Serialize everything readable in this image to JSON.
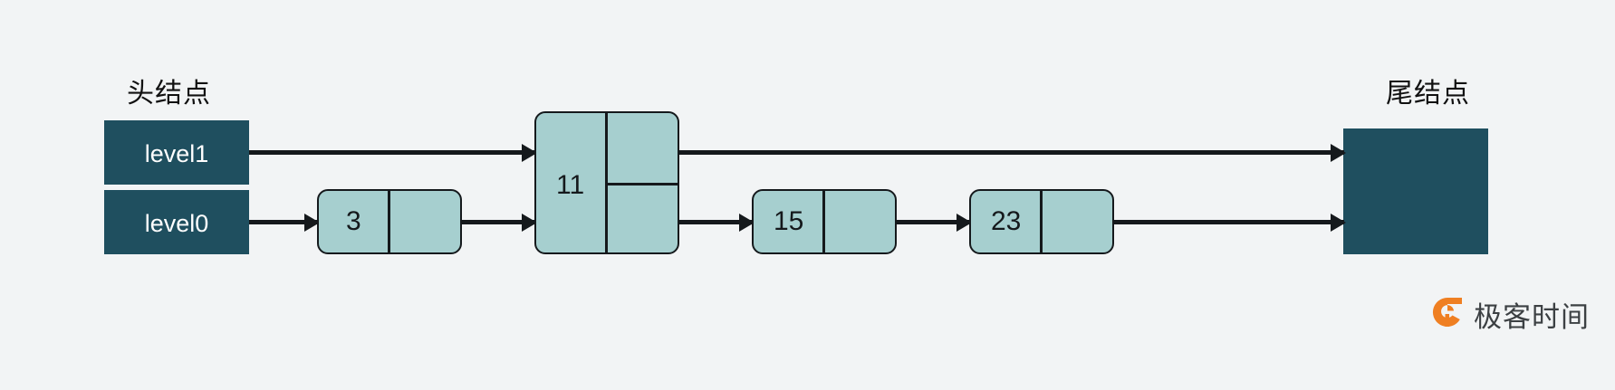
{
  "diagram": {
    "title": "skip-list-structure",
    "background_color": "#f2f4f5",
    "sentinel_color": "#1f4f5f",
    "node_fill_color": "#a6cfcf",
    "stroke_color": "#15191c",
    "captions": {
      "head": "头结点",
      "tail": "尾结点"
    },
    "head_node": {
      "levels": [
        {
          "label": "level1"
        },
        {
          "label": "level0"
        }
      ]
    },
    "tail_node": {
      "label": ""
    },
    "nodes": [
      {
        "key": "3",
        "height_levels": 1
      },
      {
        "key": "11",
        "height_levels": 2
      },
      {
        "key": "15",
        "height_levels": 1
      },
      {
        "key": "23",
        "height_levels": 1
      }
    ]
  },
  "watermark": {
    "text": "极客时间",
    "logo_color": "#ef7f22"
  }
}
